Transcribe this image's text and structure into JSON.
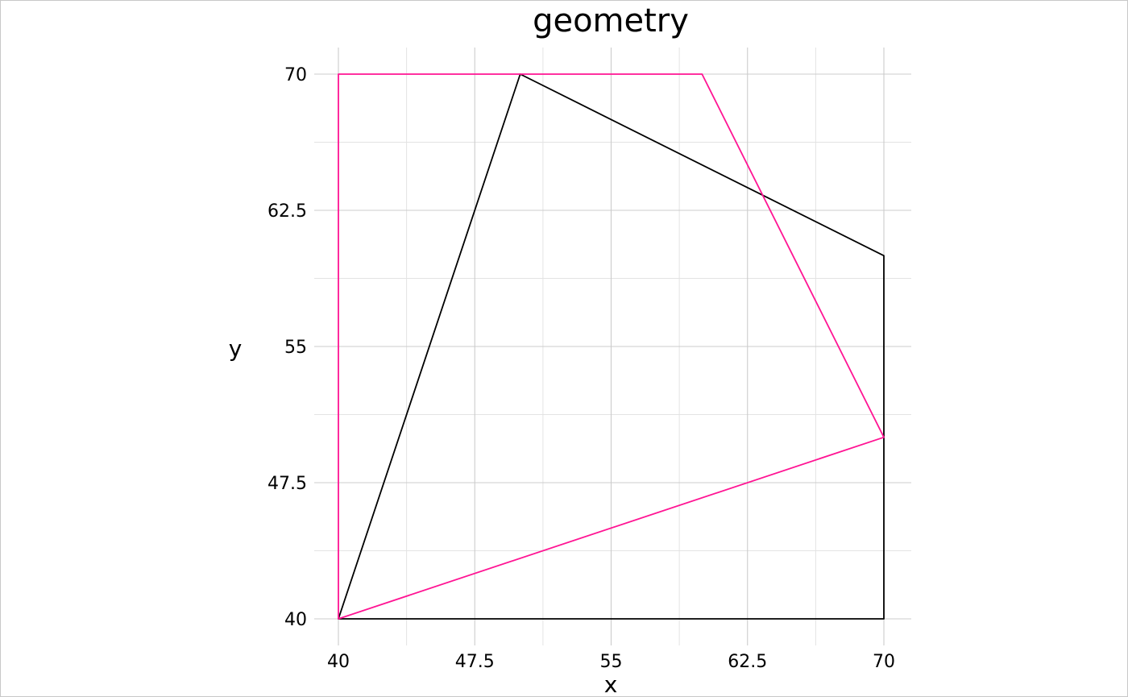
{
  "chart_data": {
    "type": "polygon",
    "title": "geometry",
    "xlabel": "x",
    "ylabel": "y",
    "xlim": [
      38.5,
      71.5
    ],
    "ylim": [
      38.5,
      71.5
    ],
    "x_ticks": [
      40,
      47.5,
      55,
      62.5,
      70
    ],
    "x_tick_labels": [
      "40",
      "47.5",
      "55",
      "62.5",
      "70"
    ],
    "y_ticks": [
      40,
      47.5,
      55,
      62.5,
      70
    ],
    "y_tick_labels": [
      "40",
      "47.5",
      "55",
      "62.5",
      "70"
    ],
    "x_minor_ticks": [
      43.75,
      51.25,
      58.75,
      66.25
    ],
    "y_minor_ticks": [
      43.75,
      51.25,
      58.75,
      66.25
    ],
    "grid": true,
    "legend": "none",
    "series": [
      {
        "color": "#000000",
        "points": [
          [
            40,
            40
          ],
          [
            50,
            70
          ],
          [
            70,
            60
          ],
          [
            70,
            40
          ]
        ]
      },
      {
        "color": "#ff1493",
        "points": [
          [
            40,
            40
          ],
          [
            40,
            70
          ],
          [
            60,
            70
          ],
          [
            70,
            50
          ]
        ]
      }
    ]
  }
}
